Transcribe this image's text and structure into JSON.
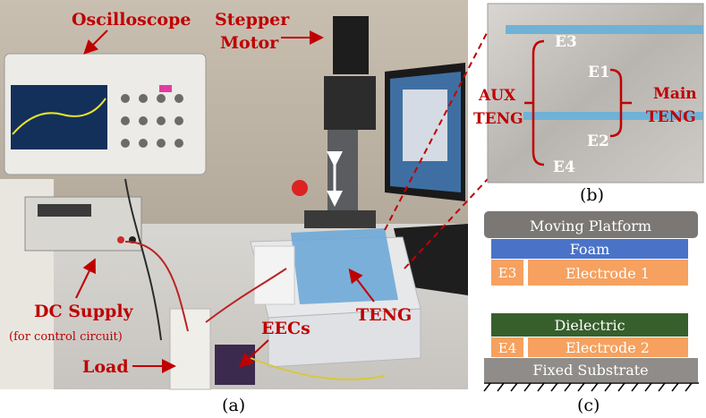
{
  "photo_a": {
    "labels": {
      "oscilloscope": "Oscilloscope",
      "stepper_line1": "Stepper",
      "stepper_line2": "Motor",
      "dc_supply": "DC Supply",
      "dc_supply_note": "(for control circuit)",
      "load": "Load",
      "eecs": "EECs",
      "teng": "TENG"
    },
    "caption": "(a)"
  },
  "photo_b": {
    "electrodes": {
      "e1": "E1",
      "e2": "E2",
      "e3": "E3",
      "e4": "E4"
    },
    "aux_line1": "AUX",
    "aux_line2": "TENG",
    "main_line1": "Main",
    "main_line2": "TENG",
    "caption": "(b)"
  },
  "diagram_c": {
    "moving_platform": "Moving Platform",
    "foam": "Foam",
    "e3": "E3",
    "electrode1": "Electrode 1",
    "dielectric": "Dielectric",
    "e4": "E4",
    "electrode2": "Electrode 2",
    "fixed_substrate": "Fixed Substrate",
    "caption": "(c)"
  },
  "colors": {
    "label_red": "#c00000",
    "platform_grey": "#7a7774",
    "foam_blue": "#4a73c8",
    "electrode_orange": "#f6a15f",
    "dielectric_green": "#375f2c",
    "substrate_grey": "#8f8c89"
  }
}
